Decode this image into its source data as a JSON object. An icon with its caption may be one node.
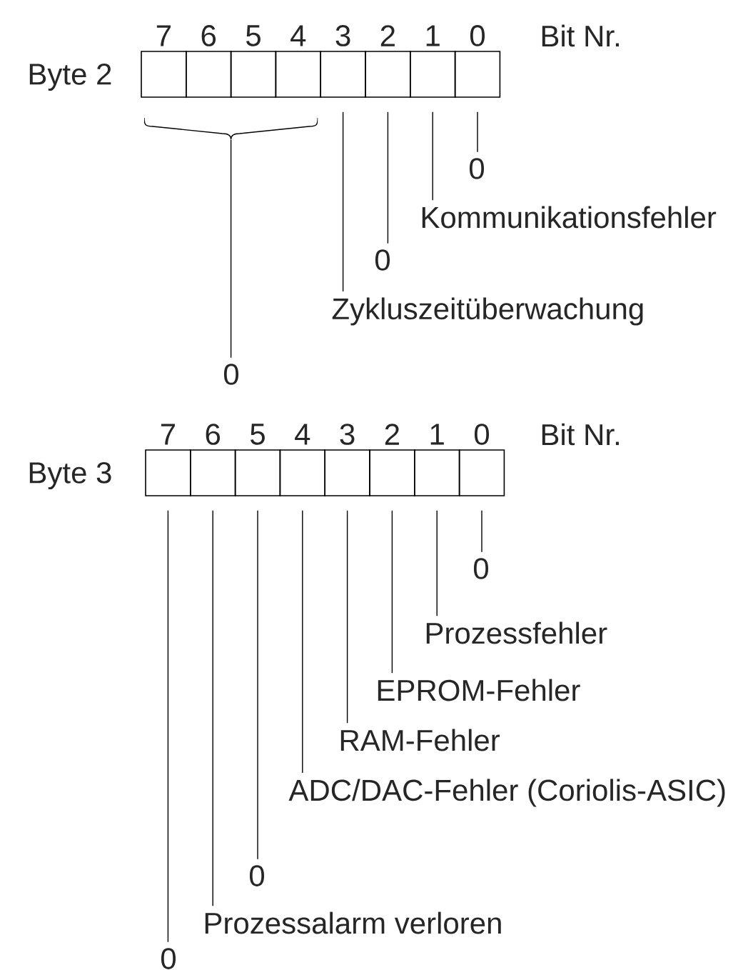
{
  "diagram": {
    "nodes": [
      {
        "text": [],
        "shape": "box"
      },
      {
        "text": [],
        "shape": "box"
      },
      {
        "text": [],
        "shape": "box"
      },
      {
        "text": [],
        "shape": "box"
      },
      {
        "text": [],
        "shape": "box"
      },
      {
        "text": [],
        "shape": "box"
      },
      {
        "text": [],
        "shape": "box"
      },
      {
        "text": [],
        "shape": "box"
      },
      {
        "text": [],
        "shape": "box"
      },
      {
        "text": [],
        "shape": "box"
      },
      {
        "text": [],
        "shape": "box"
      },
      {
        "text": [],
        "shape": "box"
      },
      {
        "text": [],
        "shape": "box"
      },
      {
        "text": [],
        "shape": "box"
      },
      {
        "text": [],
        "shape": "box"
      },
      {
        "text": [],
        "shape": "box"
      },
      {
        "text": [
          "0"
        ]
      },
      {
        "text": [
          "Kommunikationsfehler"
        ]
      },
      {
        "text": [
          "0"
        ]
      },
      {
        "text": [
          "Zykluszeitüberwachung"
        ]
      },
      {
        "text": [
          "0"
        ]
      },
      {
        "text": [
          "0"
        ]
      },
      {
        "text": [
          "Prozessfehler"
        ]
      },
      {
        "text": [
          "EPROM-Fehler"
        ]
      },
      {
        "text": [
          "RAM-Fehler"
        ]
      },
      {
        "text": [
          "ADC/DAC-Fehler (Coriolis-ASIC)"
        ]
      },
      {
        "text": [
          "0"
        ]
      },
      {
        "text": [
          "Prozessalarm verloren"
        ]
      },
      {
        "text": [
          "0"
        ]
      },
      {
        "text": [],
        "shape": "brace"
      }
    ],
    "edges": [
      {
        "from": 29,
        "to": 20,
        "arrow": "none"
      },
      {
        "from": 4,
        "to": 19,
        "arrow": "none"
      },
      {
        "from": 5,
        "to": 18,
        "arrow": "none"
      },
      {
        "from": 6,
        "to": 17,
        "arrow": "none"
      },
      {
        "from": 7,
        "to": 16,
        "arrow": "none"
      },
      {
        "from": 15,
        "to": 21,
        "arrow": "none"
      },
      {
        "from": 14,
        "to": 22,
        "arrow": "none"
      },
      {
        "from": 13,
        "to": 23,
        "arrow": "none"
      },
      {
        "from": 12,
        "to": 24,
        "arrow": "none"
      },
      {
        "from": 11,
        "to": 25,
        "arrow": "none"
      },
      {
        "from": 10,
        "to": 26,
        "arrow": "none"
      },
      {
        "from": 9,
        "to": 27,
        "arrow": "none"
      },
      {
        "from": 8,
        "to": 28,
        "arrow": "none"
      }
    ],
    "labels": [
      "7",
      "6",
      "5",
      "4",
      "3",
      "2",
      "1",
      "0",
      "Bit Nr.",
      "Byte 2",
      "7",
      "6",
      "5",
      "4",
      "3",
      "2",
      "1",
      "0",
      "Bit Nr.",
      "Byte 3"
    ]
  }
}
